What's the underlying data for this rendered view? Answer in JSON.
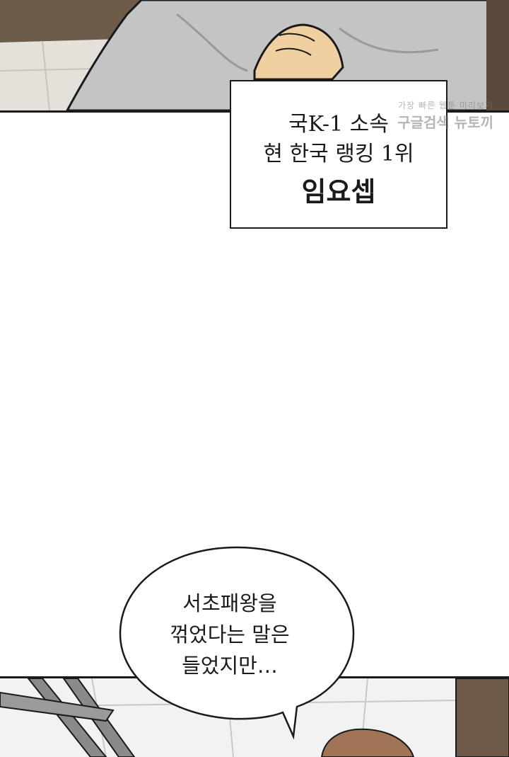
{
  "caption": {
    "line1": "국K-1 소속",
    "line2": "현 한국 랭킹 1위",
    "name": "임요셉"
  },
  "watermark": {
    "line1": "가장 빠른 웹툰 미리보기",
    "line2": "구글검색 뉴토끼"
  },
  "speech_bubble": {
    "line1": "서초패왕을",
    "line2": "꺾었다는 말은",
    "line3": "들었지만…"
  }
}
